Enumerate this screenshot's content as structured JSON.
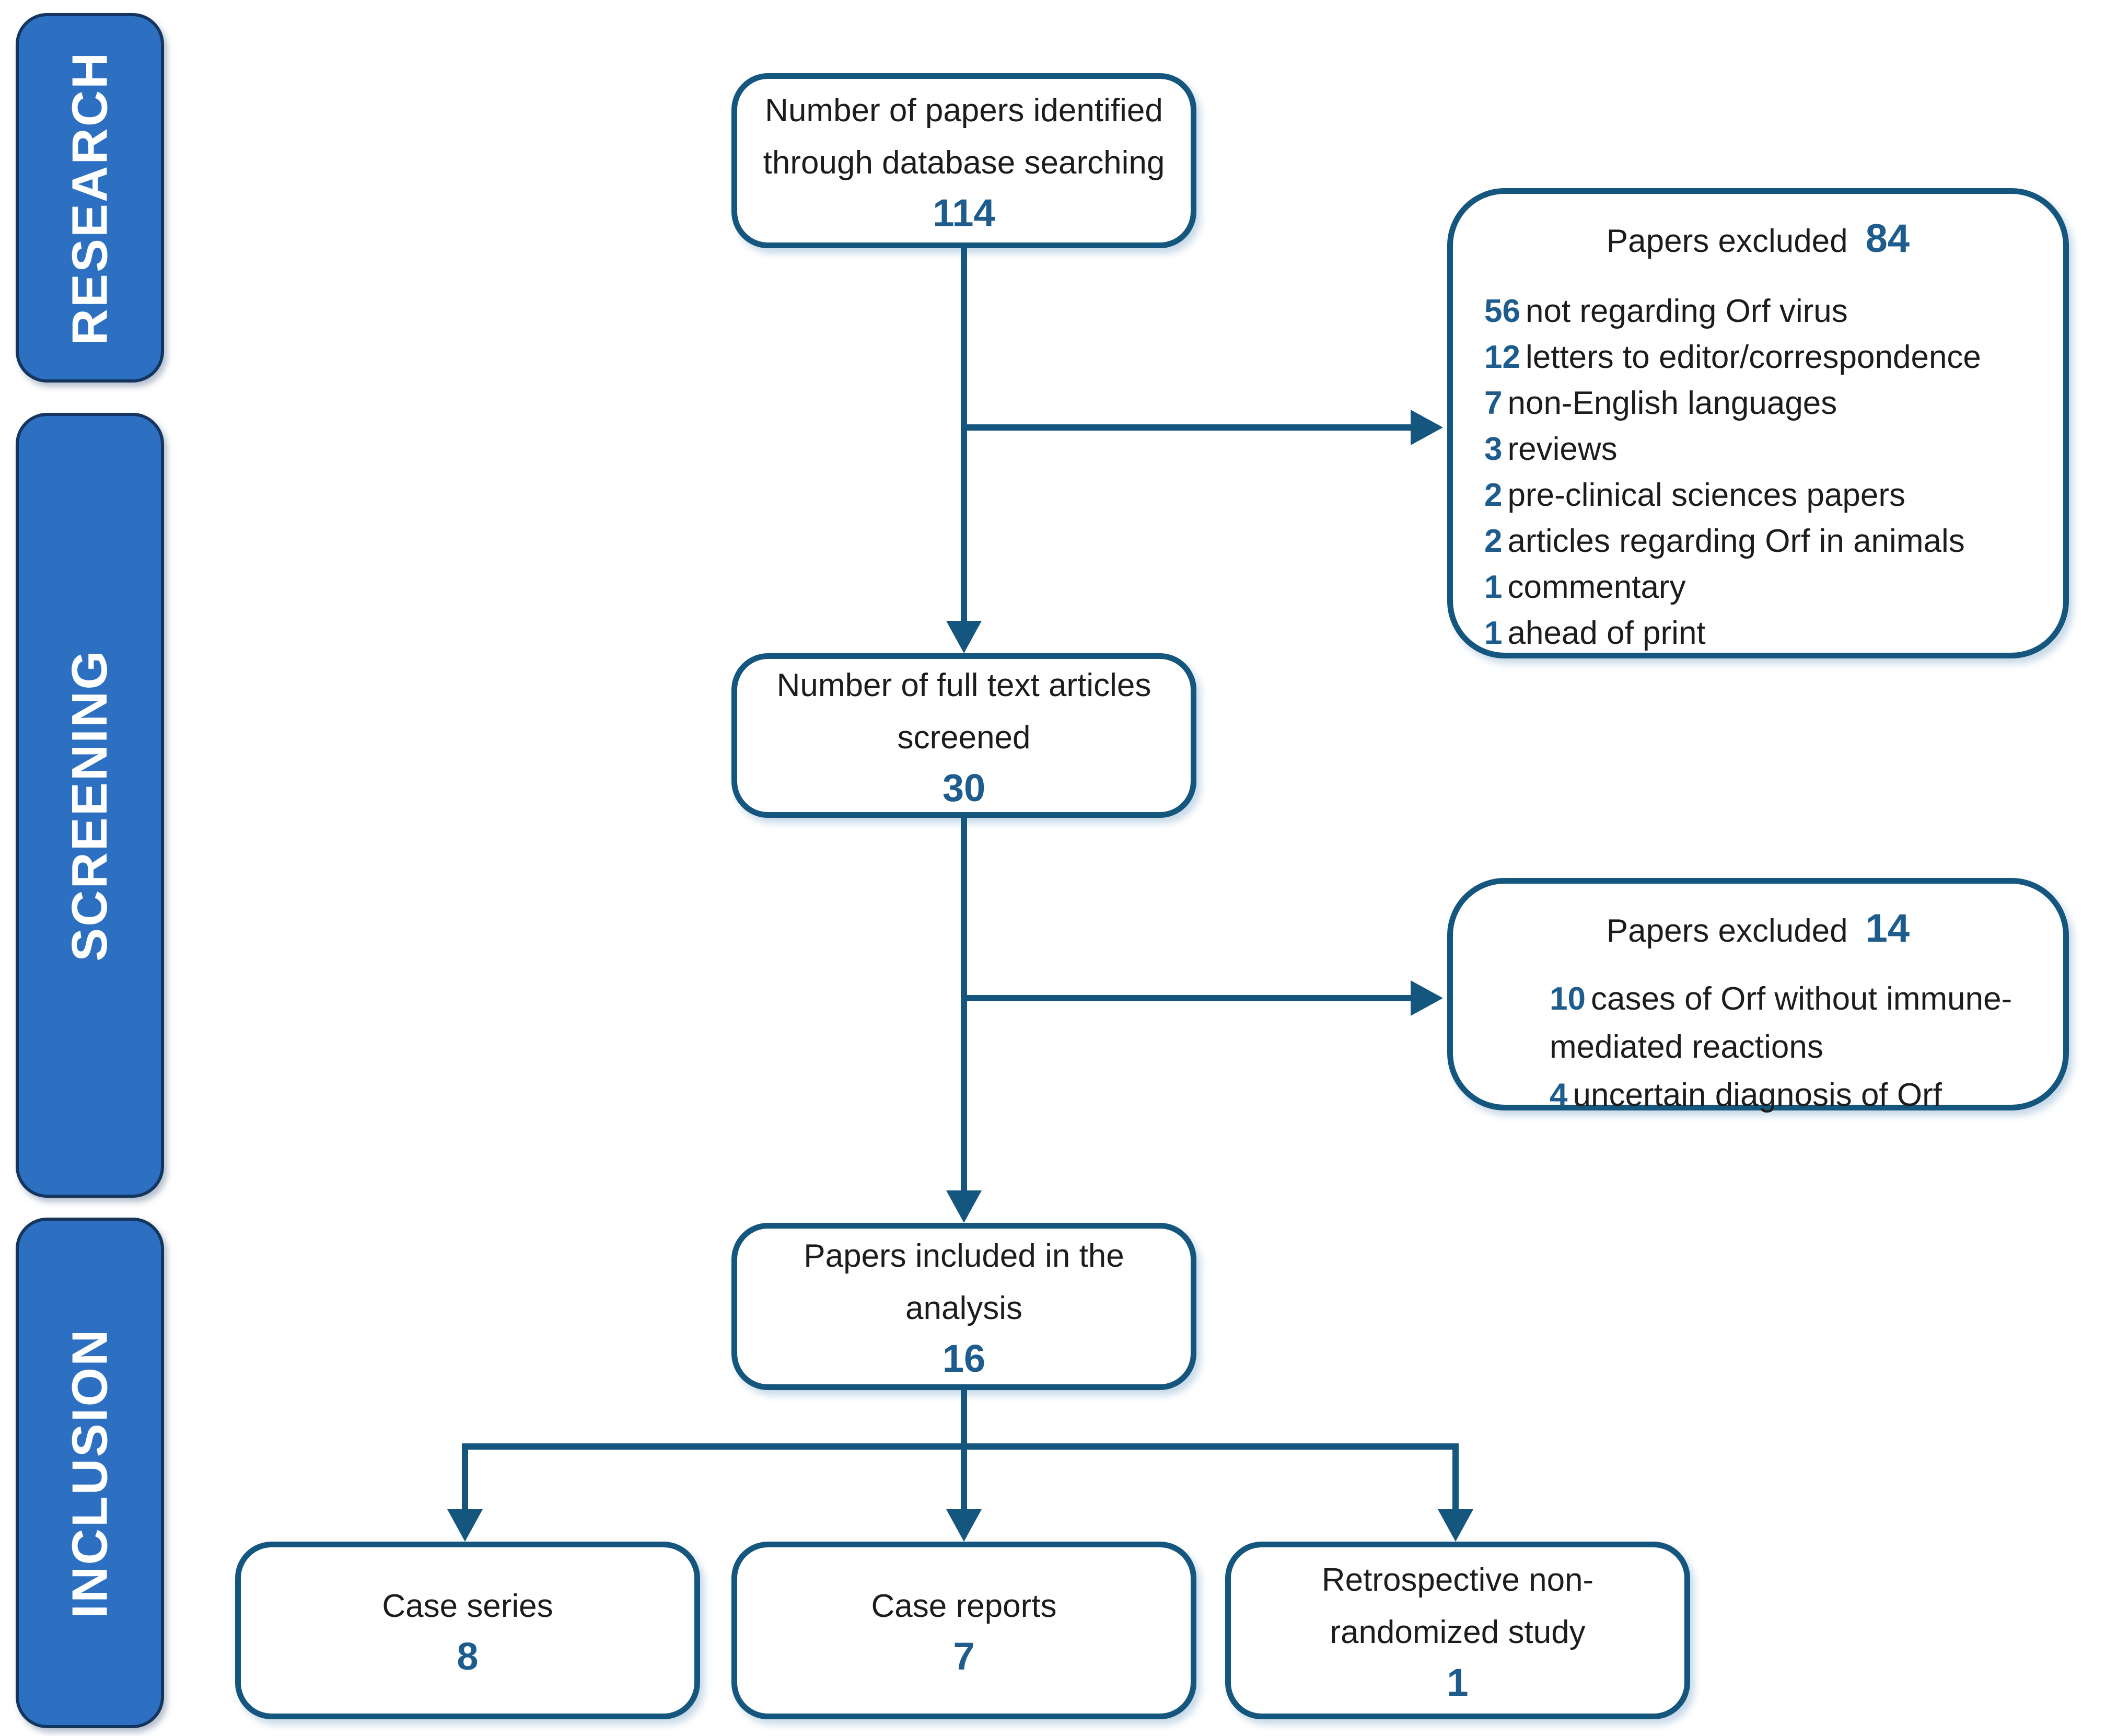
{
  "colors": {
    "line": "#15567f",
    "number_accent": "#1d5c8c",
    "stage_ribbon": "#2d70c2"
  },
  "sidebar": {
    "stages": [
      {
        "label": "RESEARCH"
      },
      {
        "label": "SCREENING"
      },
      {
        "label": "INCLUSION"
      }
    ]
  },
  "flow": {
    "identified": {
      "line1": "Number of papers identified",
      "line2": "through database searching",
      "count": "114"
    },
    "screened": {
      "line1": "Number of full text articles",
      "line2": "screened",
      "count": "30"
    },
    "included": {
      "line1": "Papers included in the",
      "line2": "analysis",
      "count": "16"
    },
    "excluded1": {
      "title": "Papers excluded",
      "count": "84",
      "items": [
        {
          "count": "56",
          "text": "not regarding Orf virus"
        },
        {
          "count": "12",
          "text": "letters to editor/correspondence"
        },
        {
          "count": "7",
          "text": "non-English languages"
        },
        {
          "count": "3",
          "text": "reviews"
        },
        {
          "count": "2",
          "text": "pre-clinical sciences papers"
        },
        {
          "count": "2",
          "text": "articles regarding Orf in animals"
        },
        {
          "count": "1",
          "text": "commentary"
        },
        {
          "count": "1",
          "text": "ahead of print"
        }
      ]
    },
    "excluded2": {
      "title": "Papers excluded",
      "count": "14",
      "items": [
        {
          "count": "10",
          "text": "cases of Orf without immune-mediated reactions"
        },
        {
          "count": "4",
          "text": "uncertain diagnosis of Orf"
        }
      ]
    },
    "outcomes": [
      {
        "label": "Case series",
        "count": "8"
      },
      {
        "label": "Case reports",
        "count": "7"
      },
      {
        "label": "Retrospective non-randomized study",
        "count": "1"
      }
    ]
  }
}
